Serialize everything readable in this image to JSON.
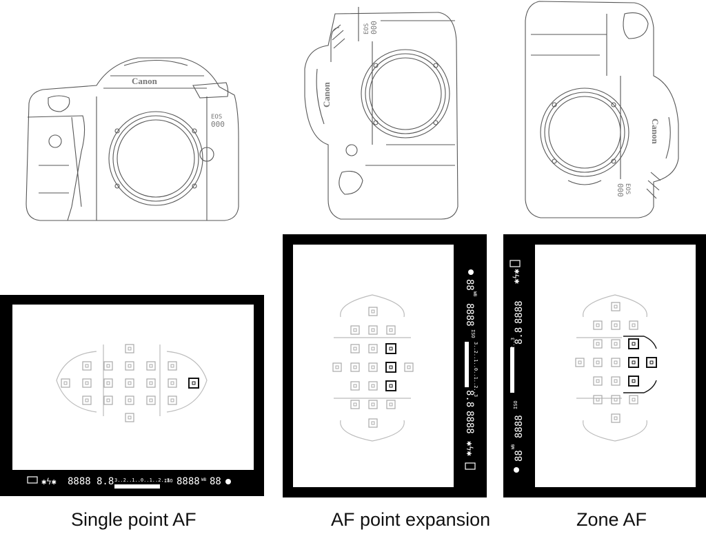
{
  "figures": [
    {
      "id": "single",
      "caption": "Single point AF",
      "camera_brand": "Canon",
      "camera_model_line1": "EOS",
      "camera_model_line2": "000"
    },
    {
      "id": "expansion",
      "caption": "AF point expansion",
      "camera_brand": "Canon",
      "camera_model_line1": "EOS",
      "camera_model_line2": "000"
    },
    {
      "id": "zone",
      "caption": "Zone AF",
      "camera_brand": "Canon",
      "camera_model_line1": "EOS",
      "camera_model_line2": "000"
    }
  ],
  "viewfinder_readout": {
    "segment_a": "8888",
    "segment_b": "8.8",
    "scale": "3..2..1..0..1..2..3",
    "iso_label": "ISO",
    "segment_c": "8888",
    "wb_label": "WB",
    "segment_d": "88"
  },
  "colors": {
    "frame": "#000000",
    "line": "#555555",
    "af_inactive": "#a8a8a8",
    "af_active": "#111111"
  }
}
